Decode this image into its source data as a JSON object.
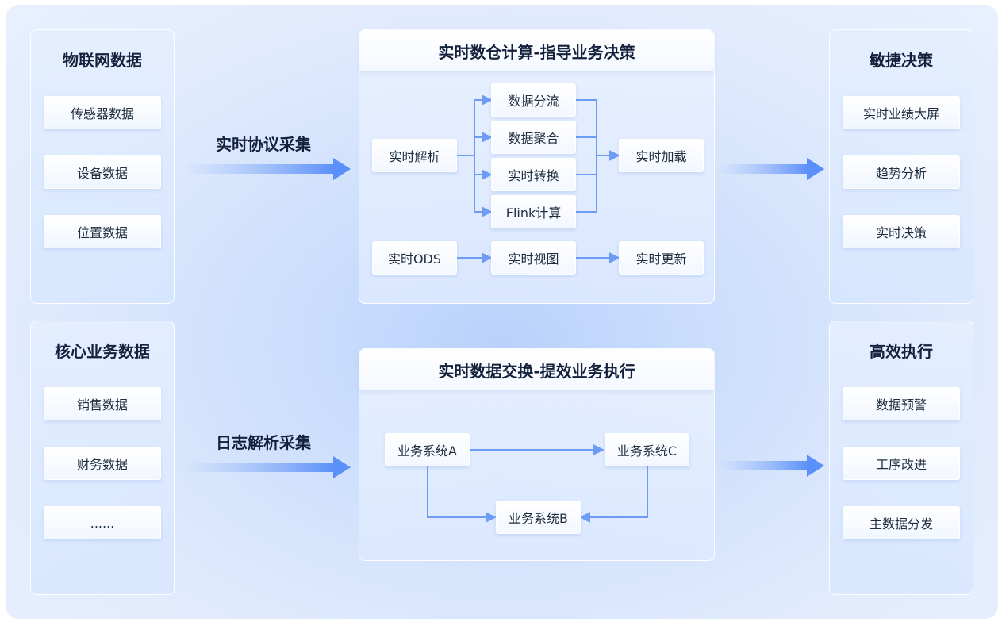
{
  "left_top": {
    "title": "物联网数据",
    "items": [
      "传感器数据",
      "设备数据",
      "位置数据"
    ]
  },
  "left_bottom": {
    "title": "核心业务数据",
    "items": [
      "销售数据",
      "财务数据",
      "......"
    ]
  },
  "flows": {
    "top": "实时协议采集",
    "bottom": "日志解析采集"
  },
  "center_top": {
    "title": "实时数仓计算-指导业务决策",
    "parse": "实时解析",
    "branches": [
      "数据分流",
      "数据聚合",
      "实时转换",
      "Flink计算"
    ],
    "load": "实时加载",
    "ods": "实时ODS",
    "view": "实时视图",
    "update": "实时更新"
  },
  "center_bottom": {
    "title": "实时数据交换-提效业务执行",
    "system_a": "业务系统A",
    "system_b": "业务系统B",
    "system_c": "业务系统C"
  },
  "right_top": {
    "title": "敏捷决策",
    "items": [
      "实时业绩大屏",
      "趋势分析",
      "实时决策"
    ]
  },
  "right_bottom": {
    "title": "高效执行",
    "items": [
      "数据预警",
      "工序改进",
      "主数据分发"
    ]
  },
  "colors": {
    "accent": "#5b8ff9",
    "line": "#6e9cf5",
    "title": "#14213d"
  }
}
